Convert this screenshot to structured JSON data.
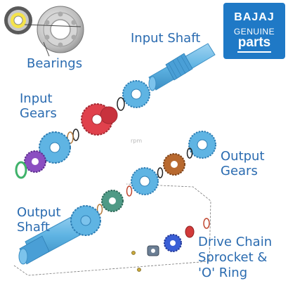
{
  "labels": {
    "bearings": "Bearings",
    "input_shaft": "Input Shaft",
    "input_gears": [
      "Input",
      "Gears"
    ],
    "output_gears": [
      "Output",
      "Gears"
    ],
    "output_shaft": [
      "Output",
      "Shaft"
    ],
    "drive_chain": [
      "Drive Chain",
      "Sprocket &",
      "'O' Ring"
    ]
  },
  "badge": {
    "brand": "BAJAJ",
    "genuine": "GENUINE",
    "parts": "parts"
  },
  "watermark": "rpm",
  "colors": {
    "label_text": "#2a6bb0",
    "badge_bg": "#1f79c6",
    "part_blue": "#5fb4e3",
    "gear_red": "#e0414c",
    "gear_purple": "#8b4fc1",
    "gear_green": "#3fb26a",
    "gear_brown": "#b8692f",
    "gear_teal": "#4f9a86",
    "sprocket_blue": "#3a5fd6",
    "ring_red": "#d23a3a"
  }
}
